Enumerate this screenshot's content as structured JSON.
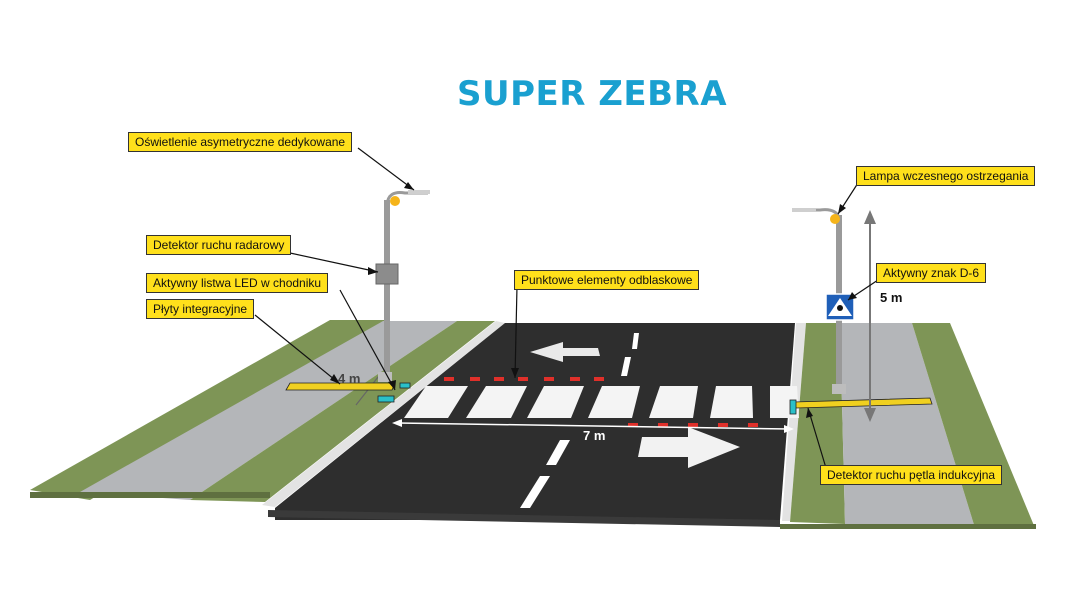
{
  "title": "SUPER ZEBRA",
  "colors": {
    "title": "#1aa0d0",
    "callout_bg": "#ffe01b",
    "asphalt": "#2e2e2e",
    "grass": "#7e9556",
    "sidewalk": "#b4b6b9",
    "marking": "#ffffff",
    "led_strip": "#f0d020",
    "reflective_points": "#e0302a"
  },
  "labels": {
    "asymmetric_lighting": "Oświetlenie asymetryczne dedykowane",
    "radar_detector": "Detektor ruchu radarowy",
    "led_strip": "Aktywny listwa LED w chodniku",
    "integration_plates": "Płyty integracyjne",
    "reflective_points": "Punktowe elementy odblaskowe",
    "early_warning_lamp": "Lampa wczesnego ostrzegania",
    "active_sign": "Aktywny znak D-6",
    "loop_detector": "Detektor ruchu pętla indukcyjna"
  },
  "dimensions": {
    "width_4m": "4 m",
    "width_7m": "7 m",
    "height_5m": "5 m"
  }
}
